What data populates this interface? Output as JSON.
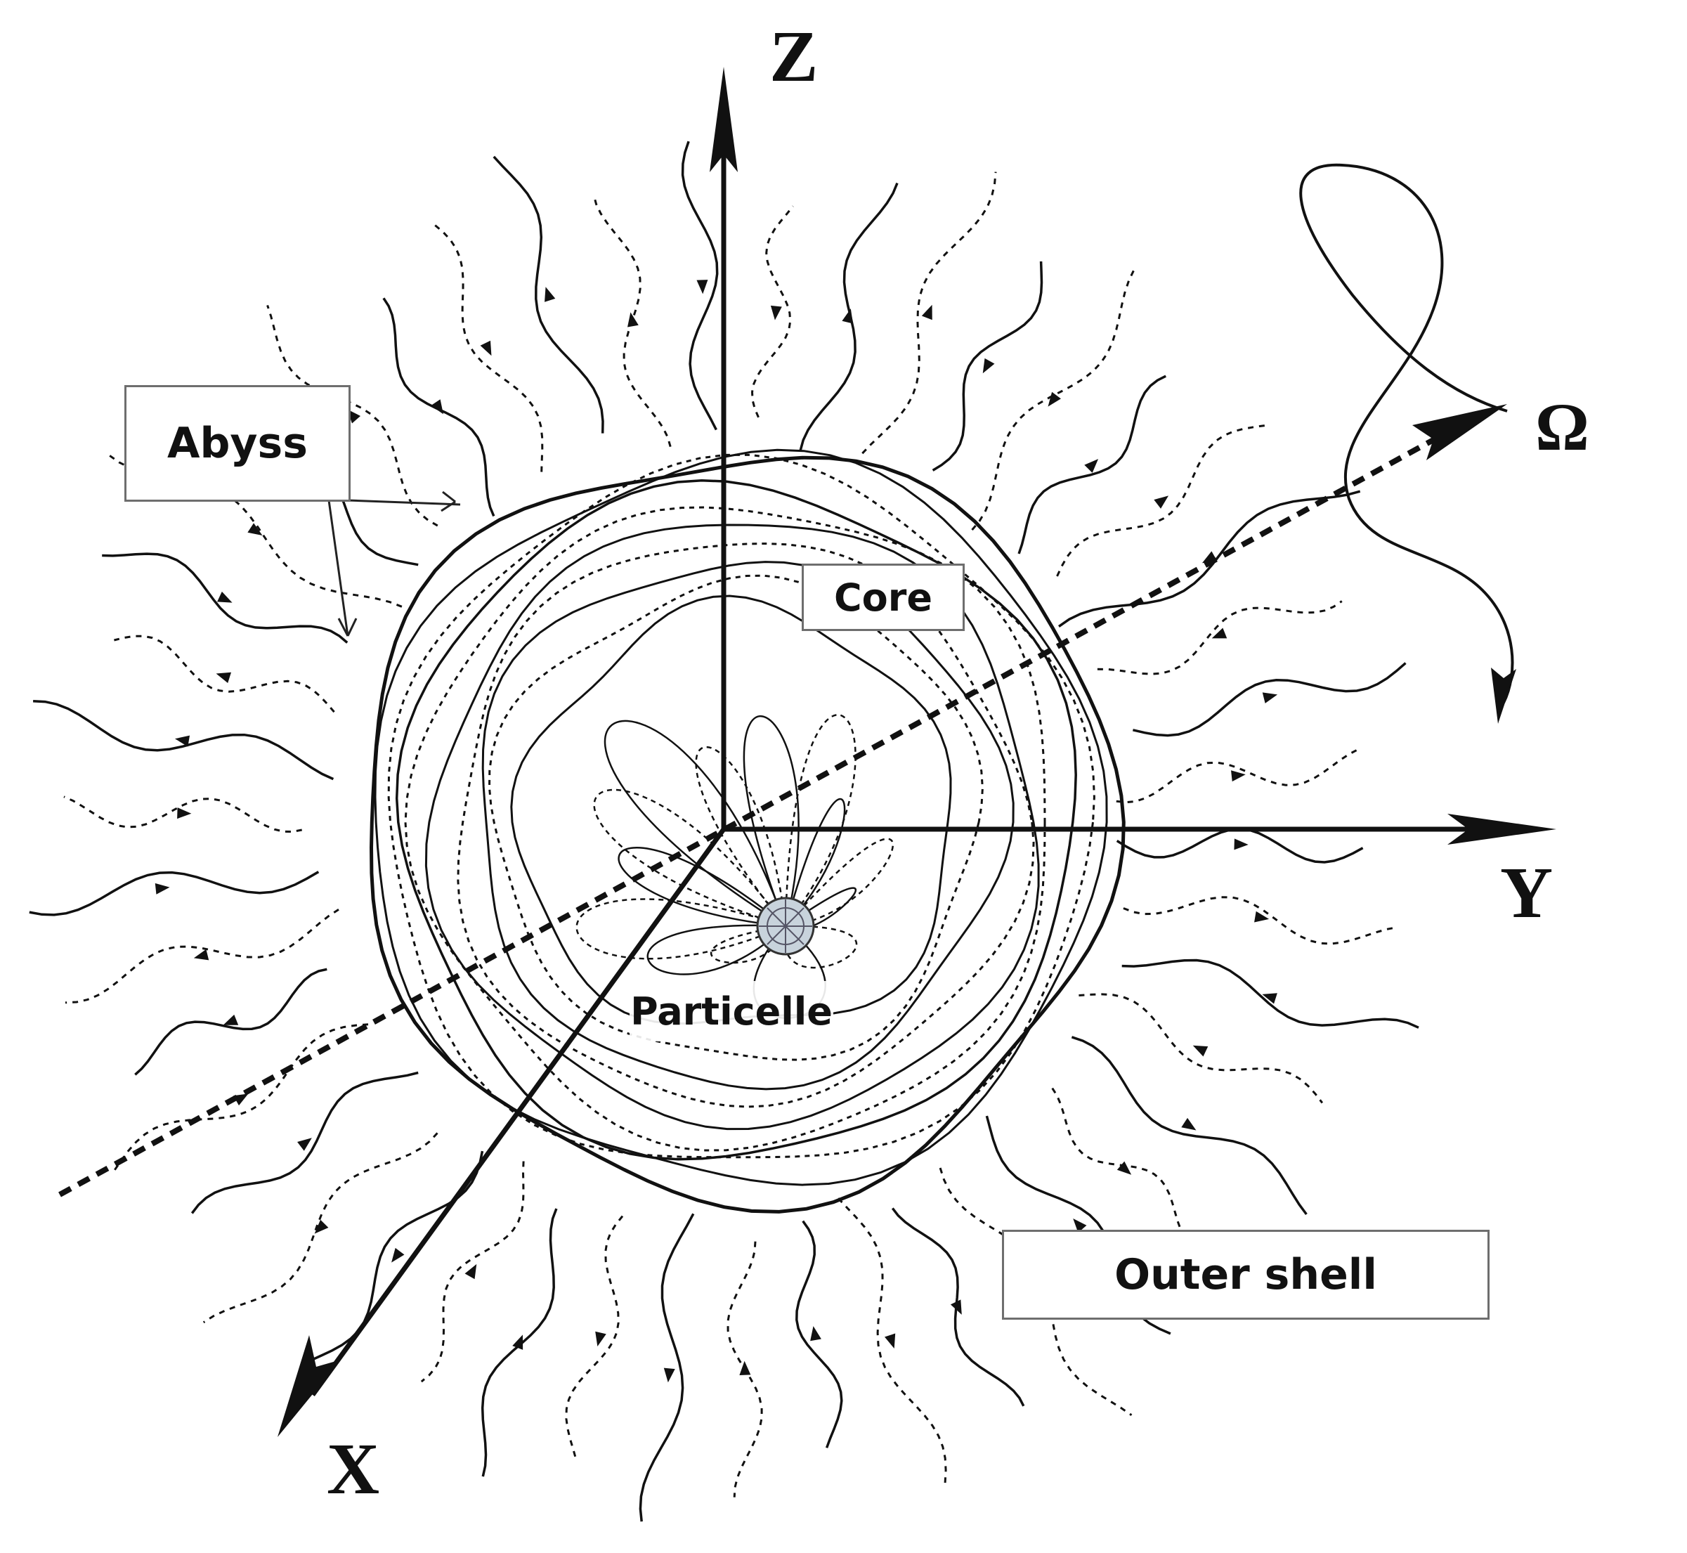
{
  "axes": {
    "z_label": "Z",
    "y_label": "Y",
    "x_label": "X",
    "omega_label": "Ω"
  },
  "labels": {
    "abyss": "Abyss",
    "core": "Core",
    "particle": "Particelle",
    "outer_shell": "Outer shell"
  },
  "colors": {
    "ink": "#111111",
    "box_border": "#6e6e6e",
    "particle_fill": "#c8d3dc"
  }
}
